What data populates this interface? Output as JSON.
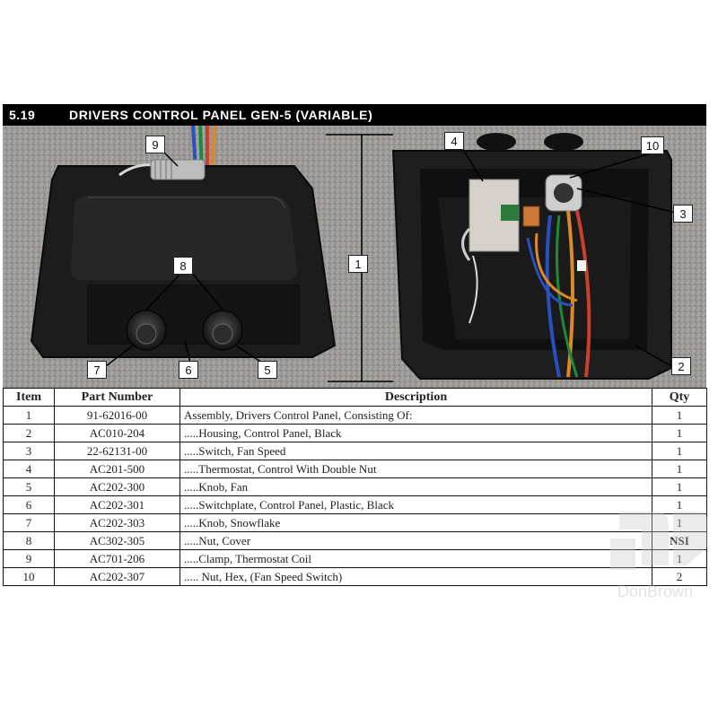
{
  "header": {
    "section": "5.19",
    "title": "DRIVERS CONTROL PANEL GEN-5  (VARIABLE)"
  },
  "callouts": {
    "c1": "1",
    "c2": "2",
    "c3": "3",
    "c4": "4",
    "c5": "5",
    "c6": "6",
    "c7": "7",
    "c8": "8",
    "c9": "9",
    "c10": "10"
  },
  "table": {
    "headers": {
      "item": "Item",
      "part": "Part Number",
      "desc": "Description",
      "qty": "Qty"
    },
    "rows": [
      {
        "item": "1",
        "part": "91-62016-00",
        "desc": "Assembly, Drivers Control Panel, Consisting Of:",
        "qty": "1"
      },
      {
        "item": "2",
        "part": "AC010-204",
        "desc": ".....Housing, Control Panel, Black",
        "qty": "1"
      },
      {
        "item": "3",
        "part": "22-62131-00",
        "desc": ".....Switch, Fan Speed",
        "qty": "1"
      },
      {
        "item": "4",
        "part": "AC201-500",
        "desc": ".....Thermostat, Control With Double Nut",
        "qty": "1"
      },
      {
        "item": "5",
        "part": "AC202-300",
        "desc": ".....Knob, Fan",
        "qty": "1"
      },
      {
        "item": "6",
        "part": "AC202-301",
        "desc": ".....Switchplate, Control Panel, Plastic, Black",
        "qty": "1"
      },
      {
        "item": "7",
        "part": "AC202-303",
        "desc": ".....Knob, Snowflake",
        "qty": "1"
      },
      {
        "item": "8",
        "part": "AC302-305",
        "desc": ".....Nut, Cover",
        "qty": "NSI"
      },
      {
        "item": "9",
        "part": "AC701-206",
        "desc": ".....Clamp, Thermostat Coil",
        "qty": "1"
      },
      {
        "item": "10",
        "part": "AC202-307",
        "desc": "..... Nut, Hex, (Fan Speed Switch)",
        "qty": "2"
      }
    ]
  },
  "watermark": {
    "text": "DonBrown"
  }
}
